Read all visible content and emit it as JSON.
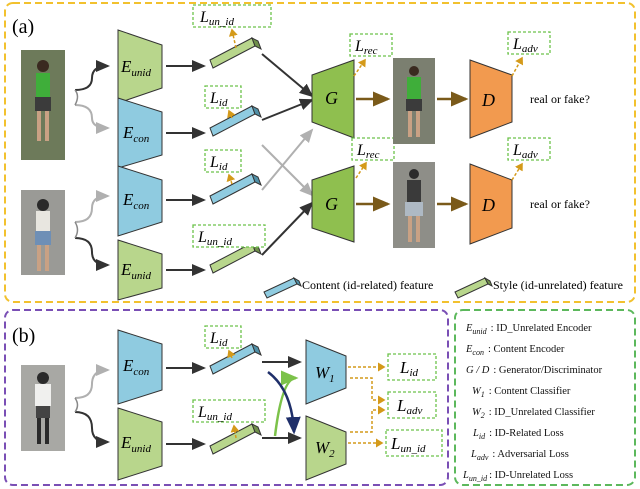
{
  "panel_a": {
    "label": "(a)",
    "encoders": [
      {
        "base": "E",
        "sub": "unid"
      },
      {
        "base": "E",
        "sub": "con"
      },
      {
        "base": "E",
        "sub": "con"
      },
      {
        "base": "E",
        "sub": "unid"
      }
    ],
    "generators": [
      "G",
      "G"
    ],
    "discriminators": [
      "D",
      "D"
    ],
    "loss_un_id_top": {
      "base": "L",
      "sub": "un_id"
    },
    "loss_id_1": {
      "base": "L",
      "sub": "id"
    },
    "loss_id_2": {
      "base": "L",
      "sub": "id"
    },
    "loss_un_id_bottom": {
      "base": "L",
      "sub": "un_id"
    },
    "loss_rec_1": {
      "base": "L",
      "sub": "rec"
    },
    "loss_rec_2": {
      "base": "L",
      "sub": "rec"
    },
    "loss_adv_1": {
      "base": "L",
      "sub": "adv"
    },
    "loss_adv_2": {
      "base": "L",
      "sub": "adv"
    },
    "real_or_fake": [
      "real or fake?",
      "real or fake?"
    ],
    "feature_legend": {
      "content": "Content (id-related) feature",
      "style": "Style (id-unrelated) feature"
    }
  },
  "panel_b": {
    "label": "(b)",
    "encoders": [
      {
        "base": "E",
        "sub": "con"
      },
      {
        "base": "E",
        "sub": "unid"
      }
    ],
    "classifiers": [
      {
        "base": "W",
        "sub": "1"
      },
      {
        "base": "W",
        "sub": "2"
      }
    ],
    "loss_id_small": {
      "base": "L",
      "sub": "id"
    },
    "loss_un_id_small": {
      "base": "L",
      "sub": "un_id"
    },
    "loss_id_right": {
      "base": "L",
      "sub": "id"
    },
    "loss_adv_right": {
      "base": "L",
      "sub": "adv"
    },
    "loss_un_id_right": {
      "base": "L",
      "sub": "un_id"
    }
  },
  "legend": {
    "items": [
      {
        "base": "E",
        "sub": "unid",
        "desc": ": ID_Unrelated Encoder"
      },
      {
        "base": "E",
        "sub": "con",
        "desc": ": Content Encoder"
      },
      {
        "base": "G / D",
        "sub": "",
        "desc": ": Generator/Discriminator"
      },
      {
        "base": "W",
        "sub": "1",
        "desc": ": Content Classifier"
      },
      {
        "base": "W",
        "sub": "2",
        "desc": ": ID_Unrelated Classifier"
      },
      {
        "base": "L",
        "sub": "id",
        "desc": ": ID-Related Loss"
      },
      {
        "base": "L",
        "sub": "adv",
        "desc": ": Adversarial Loss"
      },
      {
        "base": "L",
        "sub": "un_id",
        "desc": ": ID-Unrelated Loss"
      }
    ]
  },
  "colors": {
    "panel_a_border": "#f2c12e",
    "panel_b_border": "#7a4fb5",
    "legend_border": "#5cb85c",
    "encoder_green": "#b8d68c",
    "encoder_blue": "#8fcbe0",
    "generator": "#8fbf4f",
    "discriminator": "#f29a4f",
    "loss_box_border": "#6cc24a",
    "loss_arrow": "#d49a1a",
    "gen_arrow": "#7a5a1a"
  }
}
